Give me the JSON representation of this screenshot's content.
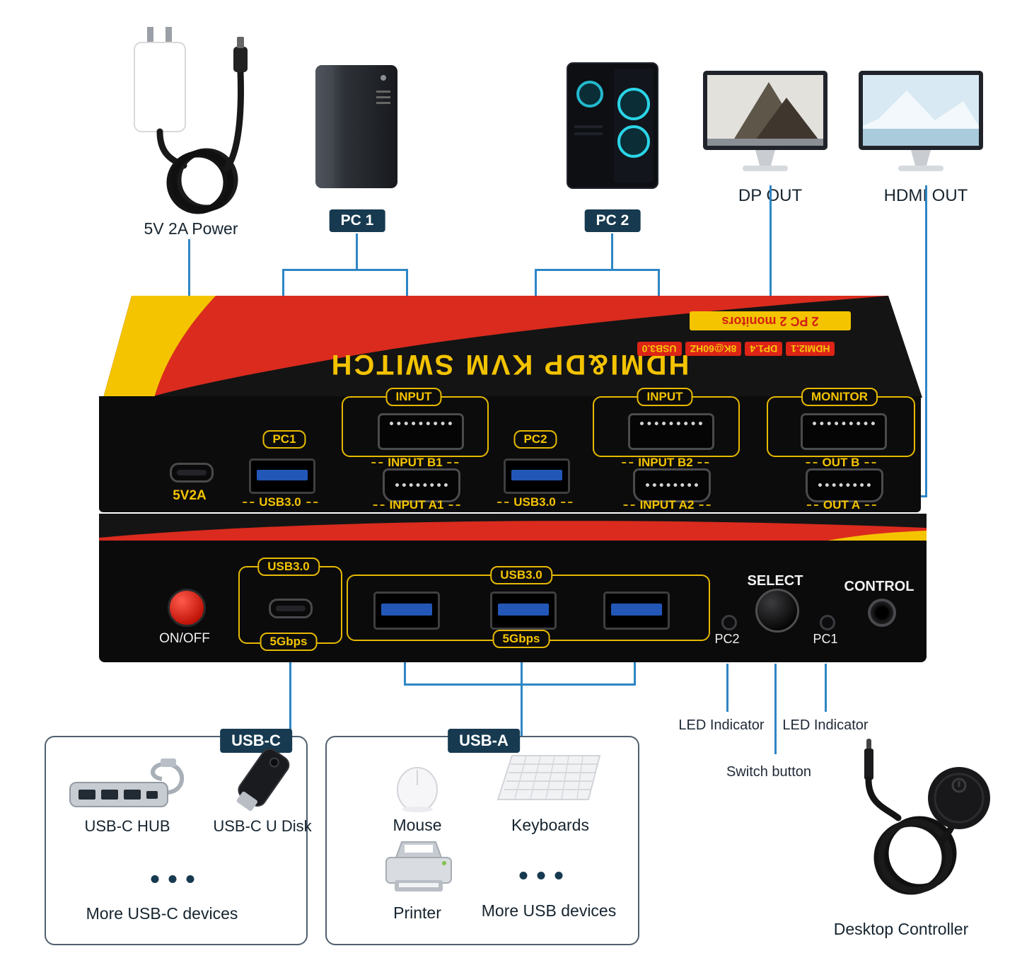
{
  "colors": {
    "line_blue": "#2e86c5",
    "device_yellow": "#f4c400",
    "device_red": "#da2b1e",
    "badge_navy": "#173a50",
    "usb_port_blue": "#2257b8"
  },
  "top_row": {
    "power_label": "5V 2A Power",
    "pc1_label": "PC 1",
    "pc2_label": "PC 2",
    "dp_out_label": "DP OUT",
    "hdmi_out_label": "HDMI OUT"
  },
  "device_top": {
    "title": "HDMI&DP KVM SWITCH",
    "spec_badges": [
      "HDMI2.1",
      "DP1.4",
      "8K@60HZ",
      "USB3.0"
    ],
    "config_badge": "2 PC 2 monitors"
  },
  "back_panel": {
    "power_port": "5V2A",
    "pc1_chip": "PC1",
    "pc1_usb": "USB3.0",
    "input1_chip": "INPUT",
    "input_b1": "INPUT B1",
    "input_a1": "INPUT A1",
    "pc2_chip": "PC2",
    "pc2_usb": "USB3.0",
    "input2_chip": "INPUT",
    "input_b2": "INPUT B2",
    "input_a2": "INPUT A2",
    "monitor_chip": "MONITOR",
    "out_b": "OUT B",
    "out_a": "OUT A"
  },
  "front_panel": {
    "onoff": "ON/OFF",
    "usbc_top": "USB3.0",
    "usbc_bottom": "5Gbps",
    "usba_top": "USB3.0",
    "usba_bottom": "5Gbps",
    "led_pc2": "PC2",
    "select": "SELECT",
    "led_pc1": "PC1",
    "control": "CONTROL"
  },
  "callouts": {
    "led_indicator_left": "LED Indicator",
    "switch_button": "Switch button",
    "led_indicator_right": "LED Indicator",
    "desktop_controller": "Desktop Controller"
  },
  "usbc_box": {
    "badge": "USB-C",
    "hub_label": "USB-C HUB",
    "udisk_label": "USB-C U Disk",
    "more_label": "More USB-C devices"
  },
  "usba_box": {
    "badge": "USB-A",
    "mouse_label": "Mouse",
    "keyboard_label": "Keyboards",
    "printer_label": "Printer",
    "more_label": "More USB devices"
  }
}
